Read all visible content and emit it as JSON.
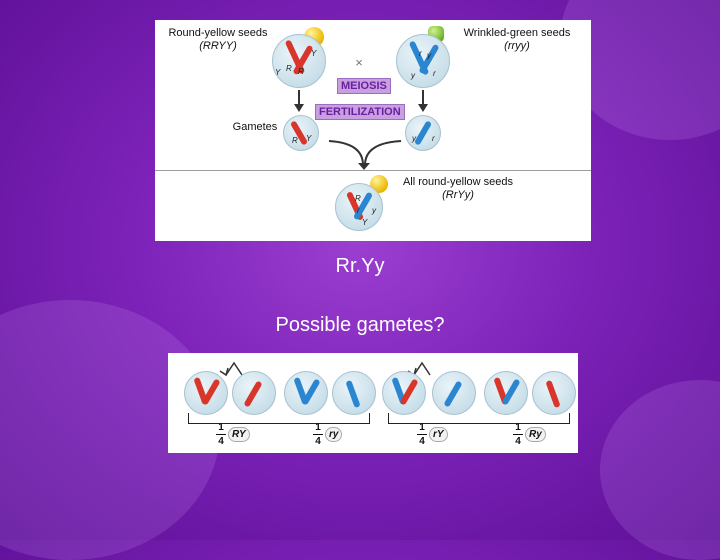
{
  "top_panel": {
    "parent_left": {
      "line1": "Round-yellow seeds",
      "genotype": "(RRYY)"
    },
    "parent_right": {
      "line1": "Wrinkled-green seeds",
      "genotype": "(rryy)"
    },
    "cross_symbol": "×",
    "meiosis_label": "MEIOSIS",
    "fertilization_label": "FERTILIZATION",
    "gametes_label": "Gametes",
    "offspring": {
      "line1": "All round-yellow seeds",
      "genotype": "(RrYy)"
    },
    "alleles": {
      "left_cell": [
        "Y",
        "R",
        "R",
        "Y"
      ],
      "right_cell": [
        "r",
        "y",
        "r",
        "y"
      ],
      "gamete_left": [
        "R",
        "Y"
      ],
      "gamete_right": [
        "y",
        "r"
      ],
      "offspring_cell": [
        "R",
        "r",
        "y",
        "Y"
      ]
    }
  },
  "heading": "Rr.Yy",
  "subheading": "Possible gametes?",
  "gametes": [
    {
      "numerator": "1",
      "denominator": "4",
      "genotype": "RY"
    },
    {
      "numerator": "1",
      "denominator": "4",
      "genotype": "ry"
    },
    {
      "numerator": "1",
      "denominator": "4",
      "genotype": "rY"
    },
    {
      "numerator": "1",
      "denominator": "4",
      "genotype": "Ry"
    }
  ],
  "colors": {
    "background": "#7d22b8",
    "dominant_chromosome": "#d9362b",
    "recessive_chromosome": "#2a86d1",
    "label_box": "#c8a0e0"
  }
}
